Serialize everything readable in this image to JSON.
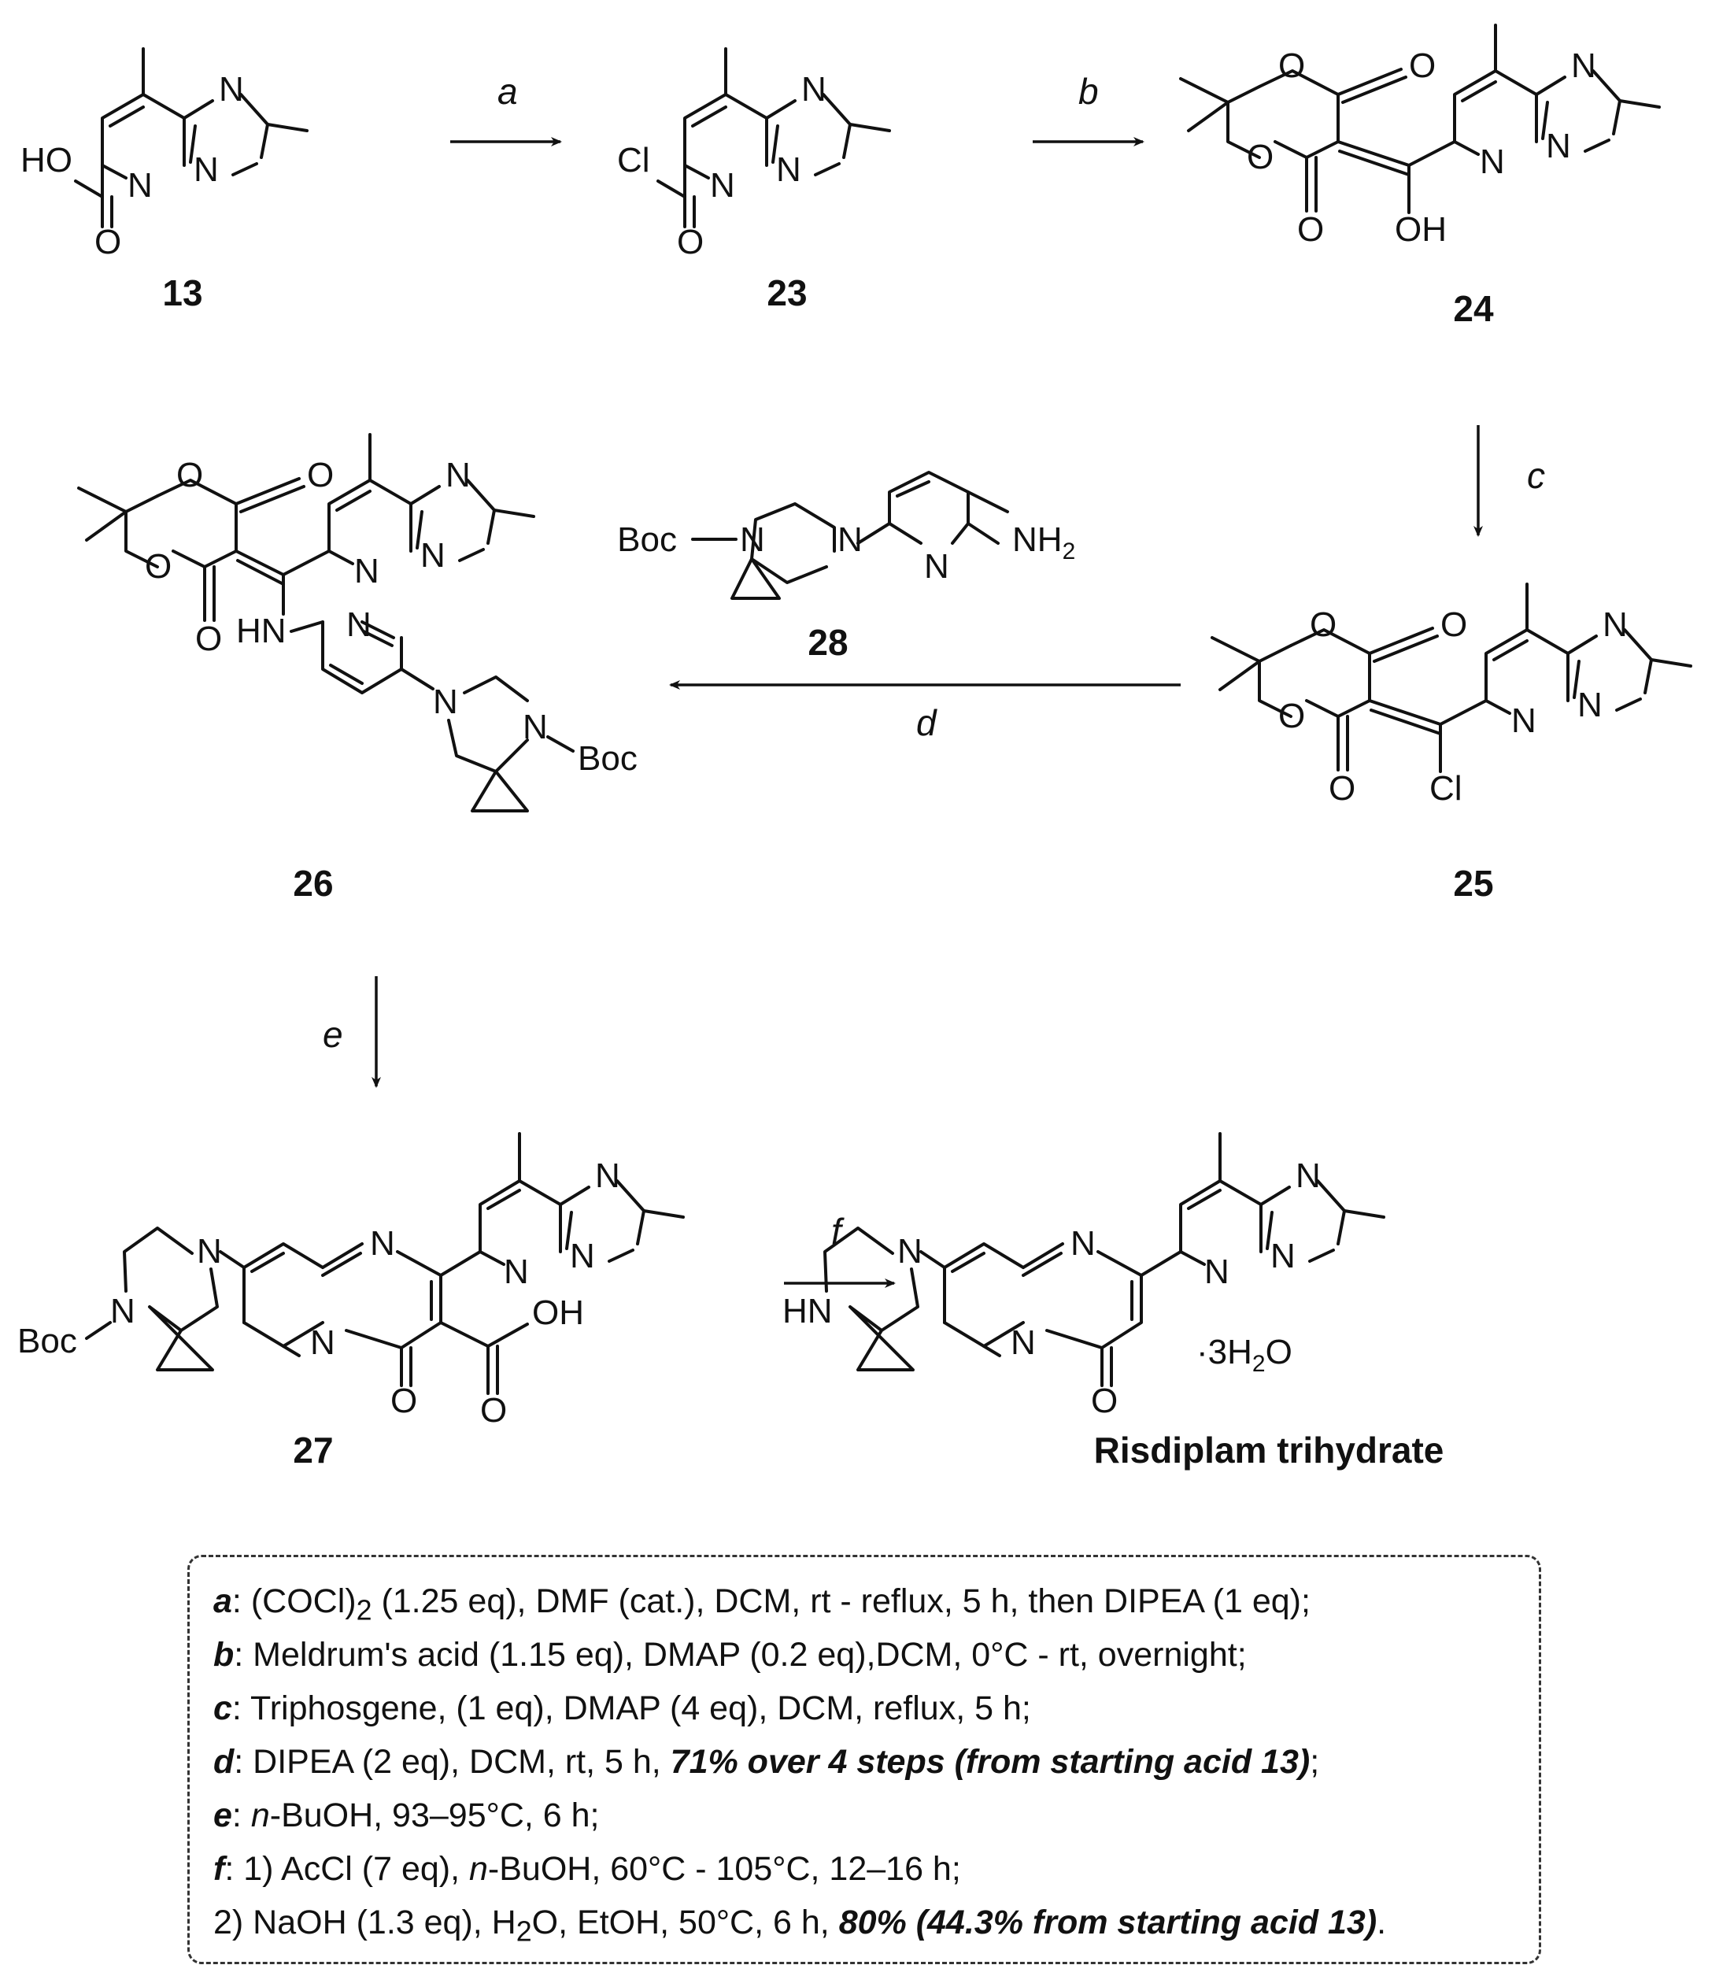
{
  "compounds": {
    "c13": "13",
    "c23": "23",
    "c24": "24",
    "c25": "25",
    "c26": "26",
    "c27": "27",
    "c28": "28",
    "final": "Risdiplam trihydrate"
  },
  "atoms": {
    "N": "N",
    "O": "O",
    "HO": "HO",
    "OH": "OH",
    "Cl": "Cl",
    "HN": "HN",
    "Boc": "Boc",
    "NH": "NH",
    "two": "2",
    "hydrate_pre": "·3H",
    "hydrate_post": "O"
  },
  "reagents": {
    "a": "a",
    "b": "b",
    "c": "c",
    "d": "d",
    "e": "e",
    "f": "f"
  },
  "conditions": [
    {
      "key": "a",
      "pre": ": (COCl)",
      "sub": "2",
      "post": " (1.25 eq), DMF (cat.), DCM, rt - reflux, 5 h, then DIPEA (1 eq);"
    },
    {
      "key": "b",
      "text": ": Meldrum's acid (1.15 eq), DMAP (0.2 eq),DCM, 0°C - rt, overnight;"
    },
    {
      "key": "c",
      "text": ": Triphosgene, (1 eq), DMAP (4 eq), DCM, reflux, 5 h;"
    },
    {
      "key": "d",
      "text": ": DIPEA (2 eq), DCM, rt, 5 h, ",
      "highlight": "71% over 4 steps (from starting acid 13)",
      "tail": ";"
    },
    {
      "key": "e",
      "text": ": ",
      "ital": "n",
      "rest": "-BuOH, 93–95°C, 6 h;"
    },
    {
      "key": "f",
      "text": ": 1) AcCl (7 eq), ",
      "ital": "n",
      "rest": "-BuOH, 60°C - 105°C, 12–16 h;"
    },
    {
      "pre": "2) NaOH (1.3 eq), H",
      "sub": "2",
      "post": "O, EtOH, 50°C, 6 h, ",
      "highlight": "80% (44.3% from starting acid 13)",
      "tail": "."
    }
  ]
}
